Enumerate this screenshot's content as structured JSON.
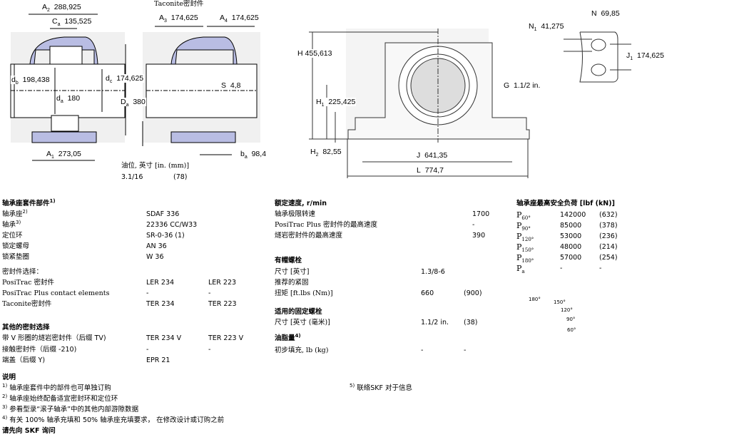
{
  "drawings": {
    "seal_caption": "Taconite密封件",
    "A2": {
      "sym": "A",
      "sub": "2",
      "val": "288,925"
    },
    "Ca": {
      "sym": "C",
      "sub": "a",
      "val": "135,525"
    },
    "db": {
      "sym": "d",
      "sub": "b",
      "val": "198,438"
    },
    "dc": {
      "sym": "d",
      "sub": "c",
      "val": "174,625"
    },
    "da": {
      "sym": "d",
      "sub": "a",
      "val": "180"
    },
    "Da": {
      "sym": "D",
      "sub": "a",
      "val": "380"
    },
    "A1": {
      "sym": "A",
      "sub": "1",
      "val": "273,05"
    },
    "A3": {
      "sym": "A",
      "sub": "3",
      "val": "174,625"
    },
    "A4": {
      "sym": "A",
      "sub": "4",
      "val": "174,625"
    },
    "S": {
      "sym": "S",
      "val": "4,8"
    },
    "ba": {
      "sym": "b",
      "sub": "a",
      "val": "98,4"
    },
    "oil_label": "油位, 英寸 [in. (mm)]",
    "oil_in": "3.1/16",
    "oil_mm": "(78)",
    "H": {
      "sym": "H",
      "val": "455,613"
    },
    "H1": {
      "sym": "H",
      "sub": "1",
      "val": "225,425"
    },
    "H2": {
      "sym": "H",
      "sub": "2",
      "val": "82,55"
    },
    "G": {
      "sym": "G",
      "val": "1.1/2 in."
    },
    "J": {
      "sym": "J",
      "val": "641,35"
    },
    "L": {
      "sym": "L",
      "val": "774,7"
    },
    "N": {
      "sym": "N",
      "val": "69,85"
    },
    "N1": {
      "sym": "N",
      "sub": "1",
      "val": "41,275"
    },
    "J1": {
      "sym": "J",
      "sub": "1",
      "val": "174,625"
    }
  },
  "components": {
    "title": "轴承座套件部件",
    "title_sup": "1)",
    "rows": [
      {
        "label": "轴承座",
        "sup": "2)",
        "value": "SDAF 336"
      },
      {
        "label": "轴承",
        "sup": "3)",
        "value": "22336 CC/W33"
      },
      {
        "label": "定位环",
        "value": "SR-0-36 (1)"
      },
      {
        "label": "锁定螺母",
        "value": "AN 36"
      },
      {
        "label": "锁紧垫圈",
        "value": "W 36"
      }
    ],
    "seal_title": "密封件选择：",
    "seals": [
      {
        "label": "PosiTrac 密封件",
        "v1": "LER 234",
        "v2": "LER 223"
      },
      {
        "label": "PosiTrac Plus contact elements",
        "v1": "-",
        "v2": "-"
      },
      {
        "label": "Taconite密封件",
        "v1": "TER 234",
        "v2": "TER 223"
      }
    ],
    "other_title": "其他的密封选择",
    "other": [
      {
        "label": "带 V 形圈的燧岩密封件（后缀 TV)",
        "v1": "TER 234 V",
        "v2": "TER 223 V"
      },
      {
        "label": "接触密封件（后缀 -210)",
        "v1": "-",
        "v2": "-"
      },
      {
        "label": "端盖（后缀 Y)",
        "v1": "EPR 21",
        "v2": ""
      }
    ]
  },
  "speed": {
    "title": "额定速度, r/min",
    "rows": [
      {
        "label": "轴承极限转速",
        "value": "1700"
      },
      {
        "label": "PosiTrac Plus 密封件的最高速度",
        "value": "-"
      },
      {
        "label": "燧岩密封件的最高速度",
        "value": "390"
      }
    ]
  },
  "cap_bolts": {
    "title": "有帽螺栓",
    "size_label": "尺寸 [英寸]",
    "size": "1.3/8-6",
    "rec_label": "推荐的紧固",
    "torque_label": "扭矩 [ft.lbs (Nm)]",
    "torque": "660",
    "torque_nm": "(900)"
  },
  "fix_bolts": {
    "title": "适用的固定螺栓",
    "size_label": "尺寸 [英寸 (毫米)]",
    "size": "1.1/2 in.",
    "size_mm": "(38)"
  },
  "grease": {
    "title": "油脂量",
    "title_sup": "4)",
    "label": "初步填充, lb (kg)",
    "v1": "-",
    "v2": "-"
  },
  "loads": {
    "title": "轴承座最高安全负荷 [lbf (kN)]",
    "rows": [
      {
        "sub": "60°",
        "lbf": "142000",
        "kn": "(632)"
      },
      {
        "sub": "90°",
        "lbf": "85000",
        "kn": "(378)"
      },
      {
        "sub": "120°",
        "lbf": "53000",
        "kn": "(236)"
      },
      {
        "sub": "150°",
        "lbf": "48000",
        "kn": "(214)"
      },
      {
        "sub": "180°",
        "lbf": "57000",
        "kn": "(254)"
      },
      {
        "sub": "a",
        "lbf": "-",
        "kn": "-"
      }
    ],
    "diagram_angles": [
      "180°",
      "150°",
      "120°",
      "90°",
      "60°"
    ]
  },
  "notes": {
    "title": "说明",
    "items": [
      {
        "n": "1)",
        "text": "轴承座套件中的部件也可单独订购"
      },
      {
        "n": "2)",
        "text": "轴承座始终配备适宜密封环和定位环"
      },
      {
        "n": "3)",
        "text": "参看型录“滚子轴承”中的其他内部游隙数据"
      },
      {
        "n": "4)",
        "text": "有关 100% 轴承充填和 50% 轴承座充填要求， 在修改设计或订购之前"
      }
    ],
    "footer": "请先向 SKF 询问",
    "note5": {
      "n": "5)",
      "text": "联络SKF 对于信息"
    }
  },
  "colors": {
    "housing": "#b9bde3",
    "drawing_line": "#000000",
    "arrow": "#d0101a",
    "housing_3d": "#5f7a78"
  }
}
